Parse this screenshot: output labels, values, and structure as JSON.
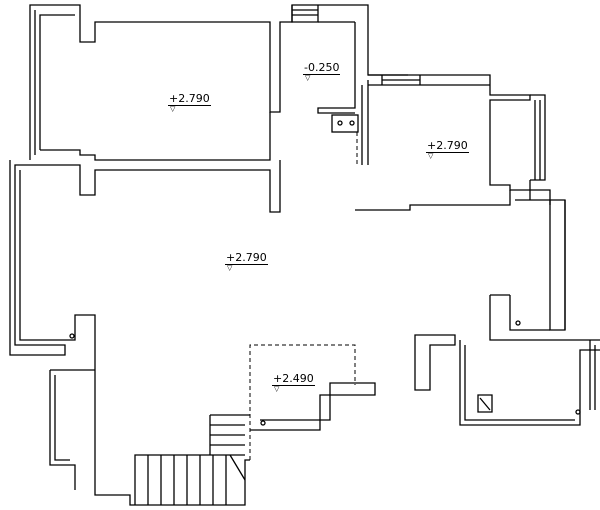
{
  "elevations": [
    {
      "id": "room-top-left",
      "label": "+2.790"
    },
    {
      "id": "room-top-middle",
      "label": "-0.250"
    },
    {
      "id": "room-right",
      "label": "+2.790"
    },
    {
      "id": "room-center",
      "label": "+2.790"
    },
    {
      "id": "room-stair-landing",
      "label": "+2.490"
    }
  ],
  "elevation_marker": "▽"
}
